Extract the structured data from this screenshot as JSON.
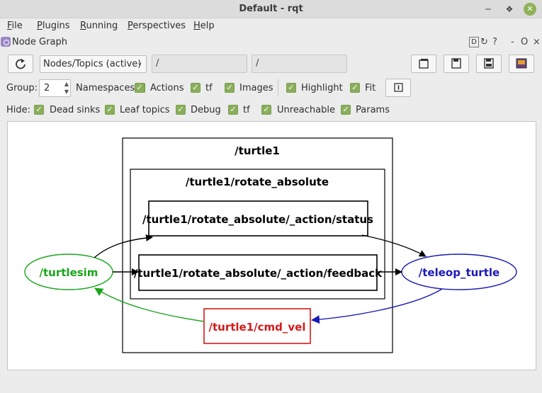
{
  "window": {
    "title": "Default - rqt"
  },
  "menu": [
    {
      "label": "File"
    },
    {
      "label": "Plugins"
    },
    {
      "label": "Running"
    },
    {
      "label": "Perspectives"
    },
    {
      "label": "Help"
    }
  ],
  "dock": {
    "title": "Node Graph",
    "d_label": "D",
    "help": "?",
    "minimize": "-",
    "float": "O",
    "close": "×"
  },
  "toolbar": {
    "graph_mode": "Nodes/Topics (active)",
    "namespace_filter": "/",
    "topic_filter": "/"
  },
  "options": {
    "group_label": "Group:",
    "group_value": "2",
    "items": [
      {
        "label": "Namespaces",
        "checked": true
      },
      {
        "label": "Actions",
        "checked": true
      },
      {
        "label": "tf",
        "checked": true
      },
      {
        "label": "Images",
        "checked": true
      },
      {
        "label": "Highlight",
        "checked": true
      },
      {
        "label": "Fit",
        "checked": true
      }
    ]
  },
  "hide": {
    "label": "Hide:",
    "items": [
      {
        "label": "Dead sinks",
        "checked": true
      },
      {
        "label": "Leaf topics",
        "checked": true
      },
      {
        "label": "Debug",
        "checked": true
      },
      {
        "label": "tf",
        "checked": true
      },
      {
        "label": "Unreachable",
        "checked": true
      },
      {
        "label": "Params",
        "checked": true
      }
    ]
  },
  "graph": {
    "clusters": {
      "outer": "/turtle1",
      "inner": "/turtle1/rotate_absolute"
    },
    "nodes": {
      "turtlesim": "/turtlesim",
      "teleop": "/teleop_turtle",
      "status": "/turtle1/rotate_absolute/_action/status",
      "feedback": "/turtle1/rotate_absolute/_action/feedback",
      "cmd_vel": "/turtle1/cmd_vel"
    },
    "colors": {
      "turtlesim": "#1aa51a",
      "teleop": "#1a1ab4",
      "cmd_vel": "#d41a1a",
      "default": "#000000"
    }
  }
}
